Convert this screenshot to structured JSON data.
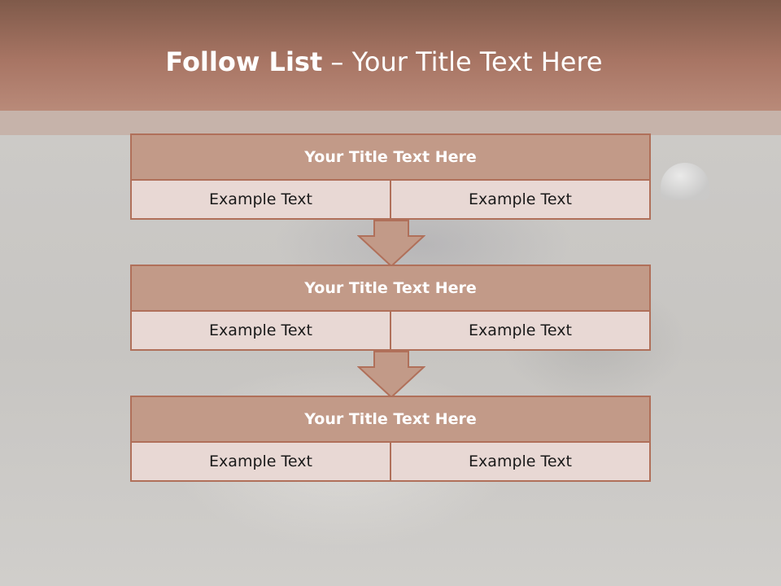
{
  "slide": {
    "title_bold": "Follow List",
    "title_rest": " – Your Title Text Here"
  },
  "blocks": [
    {
      "title": "Your Title Text Here",
      "left_text": "Example Text",
      "right_text": "Example Text"
    },
    {
      "title": "Your Title Text Here",
      "left_text": "Example Text",
      "right_text": "Example Text"
    },
    {
      "title": "Your Title Text Here",
      "left_text": "Example Text",
      "right_text": "Example Text"
    }
  ],
  "colors": {
    "header": "#a87564",
    "block_title_fill": "#c29a88",
    "block_row_fill": "#e8d8d4",
    "border": "#b0705a",
    "arrow_fill": "#c29a88"
  },
  "icons": [
    "down-arrow-icon"
  ]
}
